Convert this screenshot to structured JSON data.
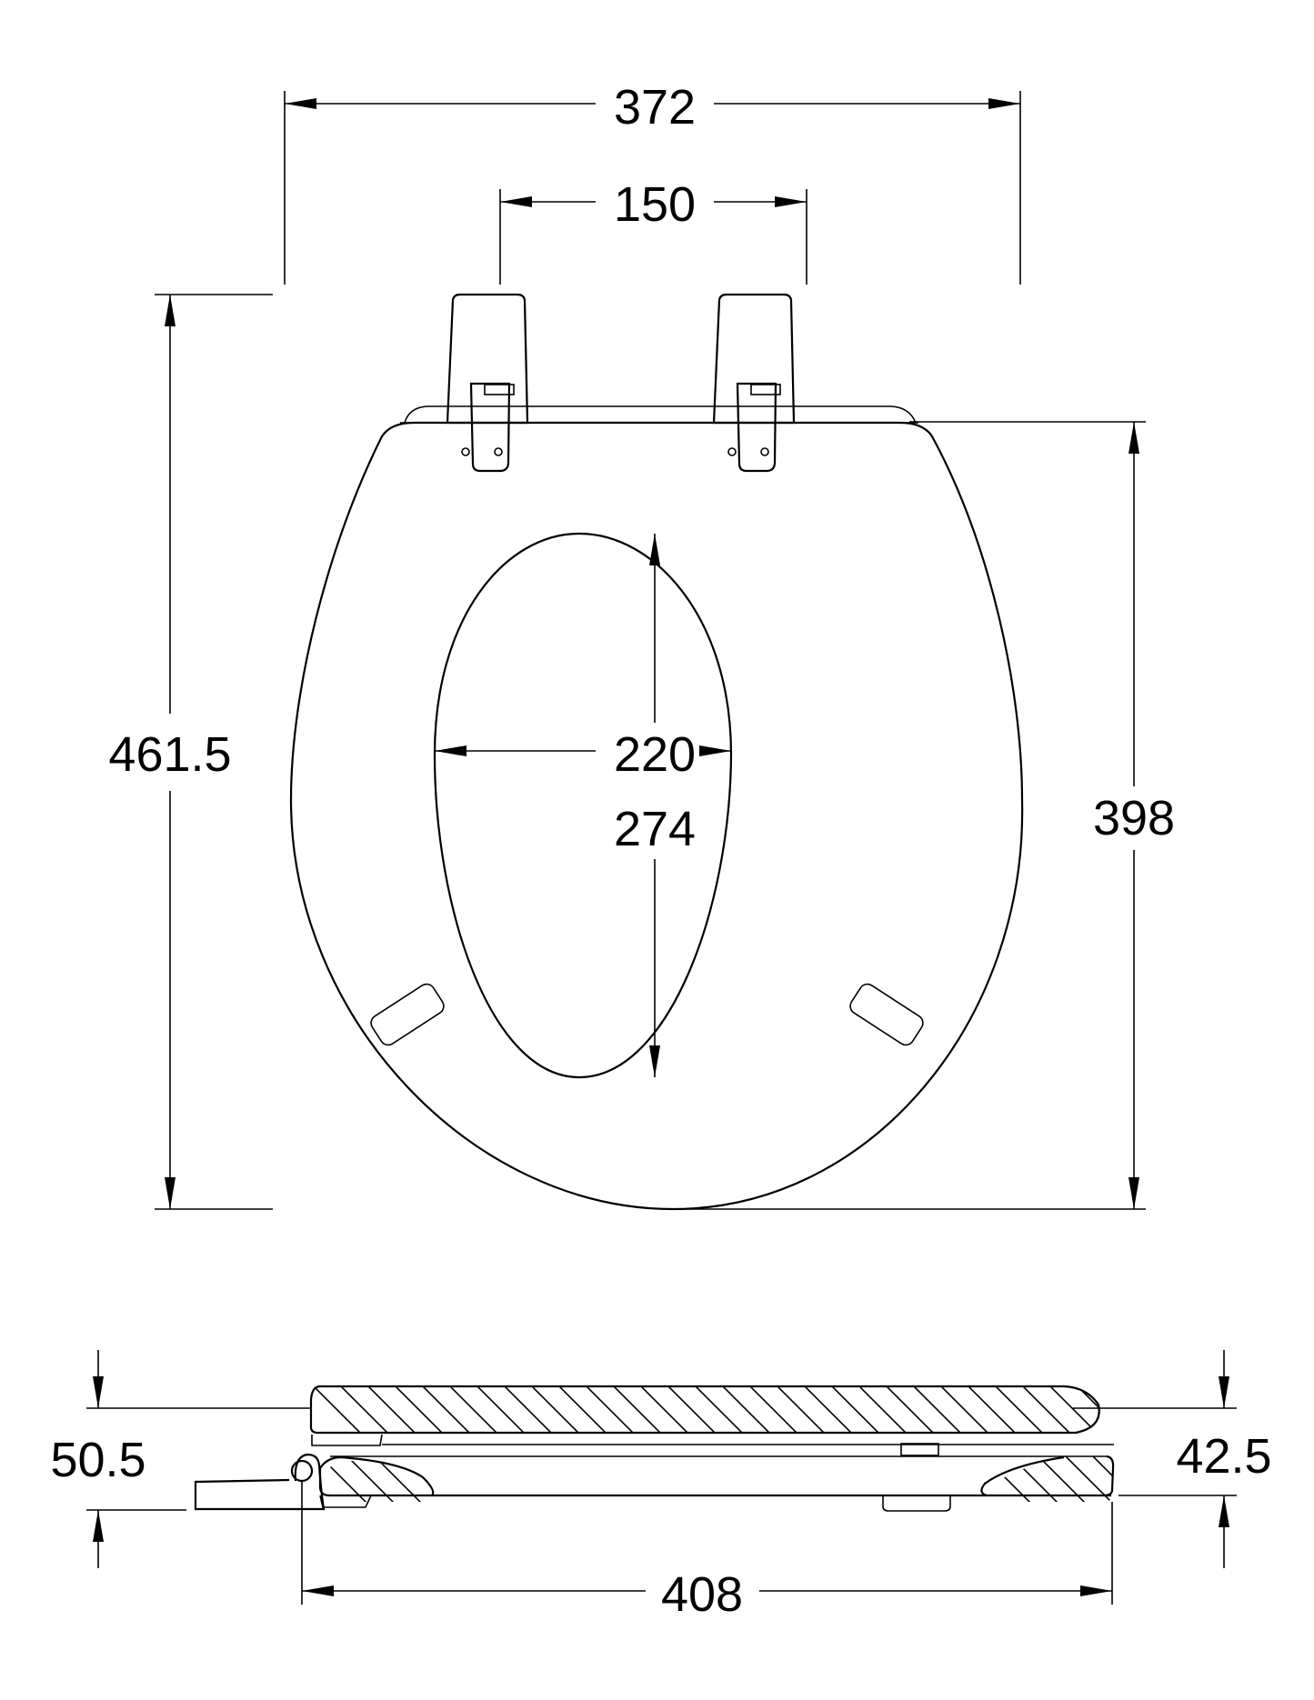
{
  "drawing": {
    "title": "Toilet seat technical drawing",
    "units": "mm",
    "stroke_color": "#000000",
    "background_color": "#ffffff",
    "top_view": {
      "dimensions": {
        "overall_width": "372",
        "hinge_spacing": "150",
        "overall_length": "461.5",
        "seat_length": "398",
        "opening_width": "220",
        "opening_length": "274"
      },
      "features": [
        "hinge-left",
        "hinge-right",
        "hinge-bar",
        "seat-outline",
        "seat-opening",
        "buffer-left",
        "buffer-right"
      ]
    },
    "side_view": {
      "dimensions": {
        "hinge_height": "50.5",
        "front_height": "42.5",
        "overall_depth": "408"
      },
      "features": [
        "lid-section",
        "seat-ring-section",
        "hinge-pivot",
        "hinge-base",
        "front-buffer"
      ]
    }
  }
}
